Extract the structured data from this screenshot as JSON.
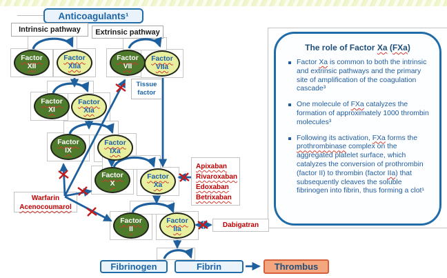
{
  "slide": {
    "title_box": "Anticoagulants¹"
  },
  "pathways": {
    "intrinsic": "Intrinsic pathway",
    "extrinsic": "Extrinsic pathway"
  },
  "tissue_factor": {
    "line1": "Tissue",
    "line2": "factor"
  },
  "factors": [
    {
      "id": "XII",
      "line1": "Factor",
      "line2": "XII",
      "variant": "dark"
    },
    {
      "id": "XIIa",
      "line1": "Factor",
      "line2": "XIIa",
      "variant": "light"
    },
    {
      "id": "VII",
      "line1": "Factor",
      "line2": "VII",
      "variant": "dark"
    },
    {
      "id": "VIIa",
      "line1": "Factor",
      "line2": "VIIa",
      "variant": "light"
    },
    {
      "id": "XI",
      "line1": "Factor",
      "line2": "XI",
      "variant": "dark"
    },
    {
      "id": "XIa",
      "line1": "Factor",
      "line2": "XIa",
      "variant": "light"
    },
    {
      "id": "IX",
      "line1": "Factor",
      "line2": "IX",
      "variant": "dark"
    },
    {
      "id": "IXa",
      "line1": "Factor",
      "line2": "IXa",
      "variant": "light"
    },
    {
      "id": "X",
      "line1": "Factor",
      "line2": "X",
      "variant": "dark"
    },
    {
      "id": "Xa",
      "line1": "Factor",
      "line2": "Xa",
      "variant": "light"
    },
    {
      "id": "II",
      "line1": "Factor",
      "line2": "II",
      "variant": "dark"
    },
    {
      "id": "IIa",
      "line1": "Factor",
      "line2": "IIa",
      "variant": "light"
    }
  ],
  "drugs": {
    "factor_xa_inhibitors": [
      "Apixaban",
      "Rivaroxaban",
      "Edoxaban",
      "Betrixaban"
    ],
    "vitamin_k_antagonists": [
      "Warfarin",
      "Acenocoumarol"
    ],
    "thrombin_inhibitor": "Dabigatran"
  },
  "bottom_row": {
    "fibrinogen": "Fibrinogen",
    "fibrin": "Fibrin",
    "thrombus": "Thrombus"
  },
  "panel": {
    "title_segments": [
      {
        "t": "The role of Factor "
      },
      {
        "t": "Xa",
        "wavy": true
      },
      {
        "t": " ("
      },
      {
        "t": "FXa",
        "wavy": true
      },
      {
        "t": ")"
      }
    ],
    "bullets": [
      {
        "segments": [
          {
            "t": "Factor "
          },
          {
            "t": "Xa",
            "wavy": true
          },
          {
            "t": " is common to both the intrinsic and extrinsic pathways and the primary site of amplification of the coagulation cascade³"
          }
        ]
      },
      {
        "segments": [
          {
            "t": "One molecule of "
          },
          {
            "t": "FXa",
            "wavy": true
          },
          {
            "t": " catalyzes the formation of approximately 1000 thrombin molecules³"
          }
        ]
      },
      {
        "segments": [
          {
            "t": "Following its activation, "
          },
          {
            "t": "FXa",
            "wavy": true
          },
          {
            "t": " forms the "
          },
          {
            "t": "prothrombinase",
            "wavy": true
          },
          {
            "t": " complex on the aggregated platelet surface, which catalyzes the conversion of prothrombin (factor II) to thrombin (factor "
          },
          {
            "t": "IIa",
            "wavy": true
          },
          {
            "t": ") that subsequently cleaves the soluble fibrinogen into fibrin, thus forming a clot¹"
          }
        ]
      }
    ]
  },
  "colors": {
    "arrow_blue": "#1E5F9E",
    "text_blue": "#1B64A8",
    "panel_border_blue": "#1F6CA8",
    "factor_dark_green": "#4E7A2B",
    "factor_light_green": "#E8EF9E",
    "inhibitor_red": "#C00000",
    "x_mark_red": "#C41B1B",
    "thrombus_fill": "#F4A77E",
    "thrombus_border": "#D4613C"
  }
}
